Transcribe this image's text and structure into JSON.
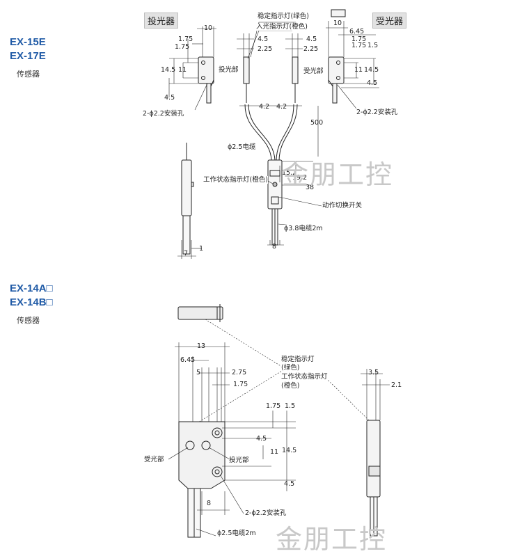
{
  "top": {
    "models": [
      "EX-15E",
      "EX-17E"
    ],
    "subtitle": "传感器",
    "emitter_tag": "投光器",
    "receiver_tag": "受光器",
    "labels": {
      "stable_ind": "稳定指示灯(绿色)",
      "incident_ind": "入光指示灯(橙色)",
      "emit_part": "投光部",
      "recv_part": "受光部",
      "mount_left": "2-ϕ2.2安装孔",
      "mount_right": "2-ϕ2.2安装孔",
      "cable_25": "ϕ2.5电缆",
      "op_ind": "工作状态指示灯(橙色)",
      "op_switch": "动作切换开关",
      "cable_38": "ϕ3.8电缆2m"
    },
    "dims": {
      "d10l": "10",
      "d175l": "1.75",
      "d175l2": "1.75",
      "d145l": "14.5",
      "d11l": "11",
      "d45l": "4.5",
      "d45a": "4.5",
      "d225a": "2.25",
      "d45b": "4.5",
      "d225b": "2.25",
      "d10r": "10",
      "d645r": "6.45",
      "d175r": "1.75",
      "d175r2": "1.75",
      "d15r": "1.5",
      "d11r": "11",
      "d145r": "14.5",
      "d45r": "4.5",
      "d42a": "4.2",
      "d42b": "4.2",
      "d500": "500",
      "d152": "15.2",
      "d192": "19.2",
      "d38": "38",
      "d8": "8",
      "d7": "7",
      "d1": "1"
    }
  },
  "bottom": {
    "models": [
      "EX-14A□",
      "EX-14B□"
    ],
    "subtitle": "传感器",
    "labels": {
      "stable_ind": "稳定指示灯",
      "stable_color": "(绿色)",
      "op_ind": "工作状态指示灯",
      "op_color": "(橙色)",
      "recv_part": "受光部",
      "emit_part": "投光部",
      "mount": "2-ϕ2.2安装孔",
      "cable": "ϕ2.5电缆2m"
    },
    "dims": {
      "d13": "13",
      "d645": "6.45",
      "d5": "5",
      "d275": "2.75",
      "d175": "1.75",
      "d175b": "1.75",
      "d15": "1.5",
      "d45": "4.5",
      "d11": "11",
      "d145": "14.5",
      "d45b": "4.5",
      "d8": "8",
      "d35": "3.5",
      "d21": "2.1"
    }
  },
  "watermark": "金朋工控"
}
